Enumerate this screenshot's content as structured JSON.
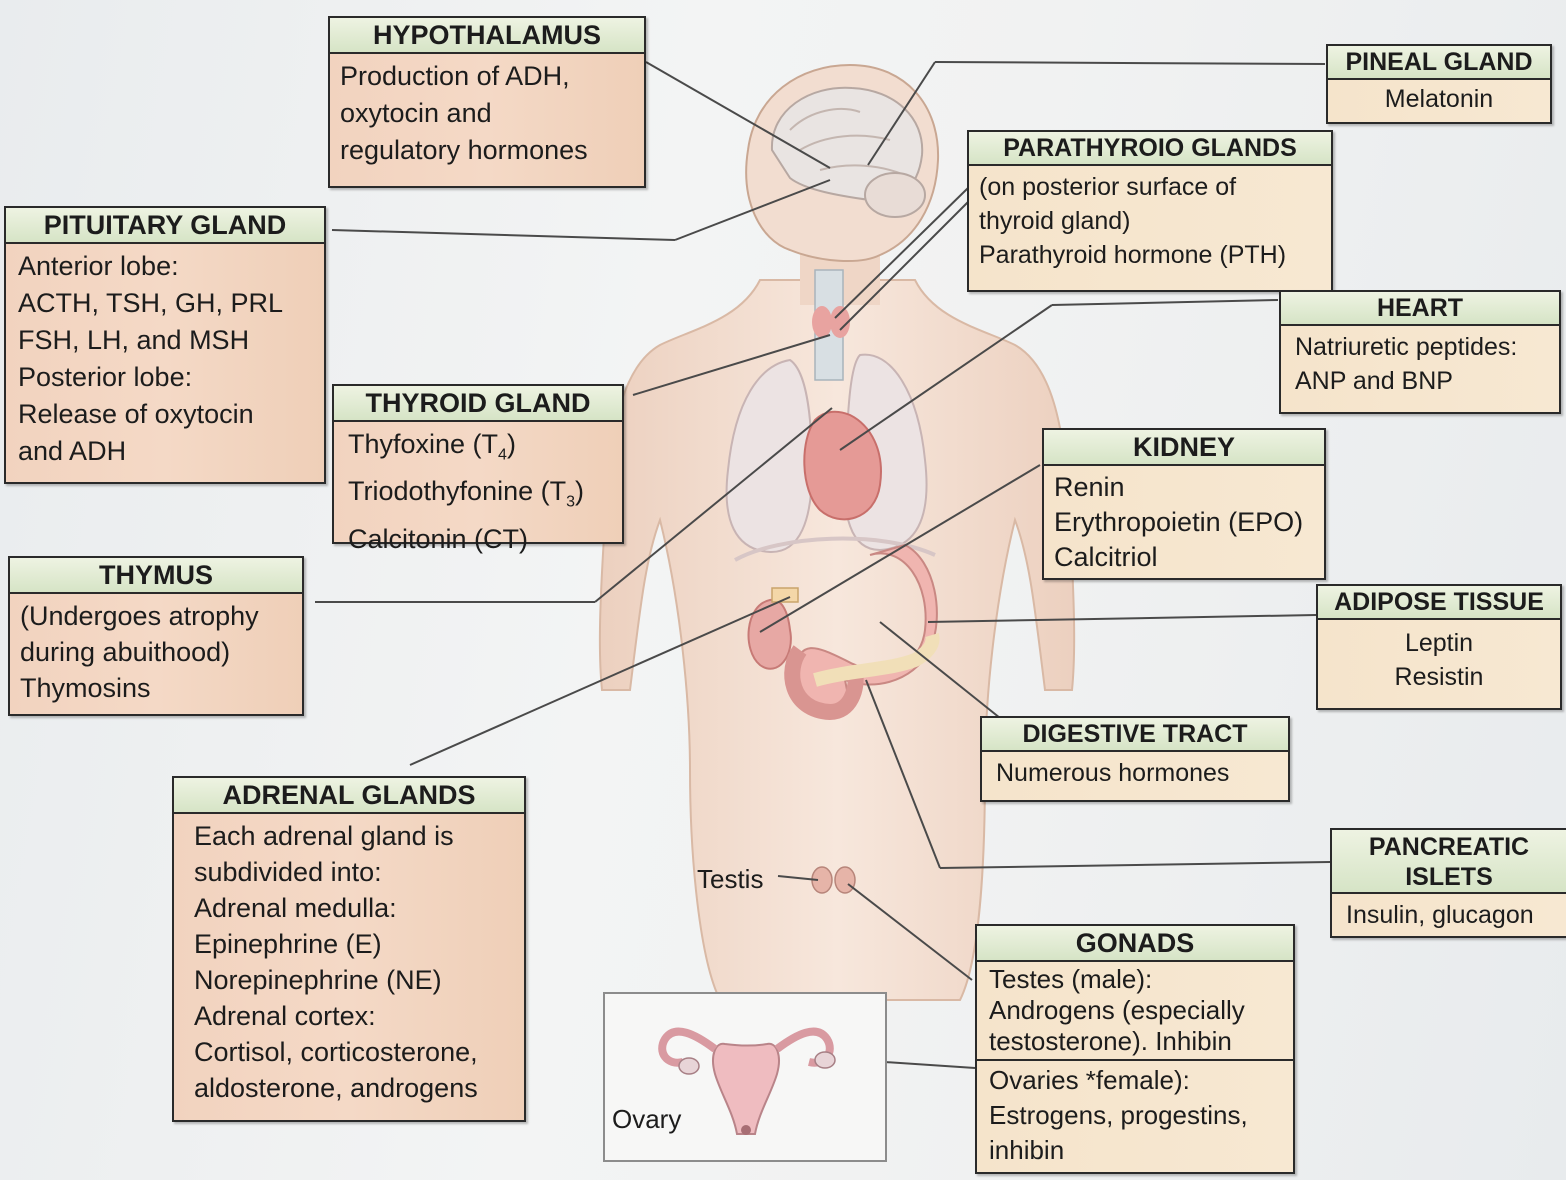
{
  "boxes": {
    "hypothalamus": {
      "title": "HYPOTHALAMUS",
      "lines": [
        "Production of ADH,",
        "oxytocin and",
        "regulatory hormones"
      ]
    },
    "pineal": {
      "title": "PINEAL GLAND",
      "lines": [
        "Melatonin"
      ]
    },
    "parathyroid": {
      "title": "PARATHYROIO GLANDS",
      "lines": [
        "(on posterior surface of",
        "thyroid gland)",
        "Parathyroid hormone (PTH)"
      ]
    },
    "pituitary": {
      "title": "PITUITARY GLAND",
      "lines": [
        "Anterior lobe:",
        "ACTH, TSH, GH, PRL",
        "FSH, LH, and MSH",
        "Posterior lobe:",
        "Release of oxytocin",
        "and ADH"
      ]
    },
    "thyroid": {
      "title": "THYROID GLAND",
      "line1_main": "Thyfoxine (T",
      "line1_sub": "4",
      "line1_end": ")",
      "line2_main": "Triodothyfonine (T",
      "line2_sub": "3",
      "line2_end": ")",
      "line3": "Calcitonin (CT)"
    },
    "heart": {
      "title": "HEART",
      "lines": [
        "Natriuretic peptides:",
        "ANP and BNP"
      ]
    },
    "kidney": {
      "title": "KIDNEY",
      "lines": [
        "Renin",
        "Erythropoietin (EPO)",
        "Calcitriol"
      ]
    },
    "thymus": {
      "title": "THYMUS",
      "lines": [
        "(Undergoes atrophy",
        "during abuithood)",
        "Thymosins"
      ]
    },
    "adipose": {
      "title": "ADIPOSE TISSUE",
      "lines": [
        "Leptin",
        "Resistin"
      ]
    },
    "digestive": {
      "title": "DIGESTIVE TRACT",
      "lines": [
        "Numerous hormones"
      ]
    },
    "adrenal": {
      "title": "ADRENAL GLANDS",
      "lines": [
        "Each adrenal gland is",
        "subdivided into:",
        "Adrenal medulla:",
        "Epinephrine (E)",
        "Norepinephrine (NE)",
        "Adrenal cortex:",
        "Cortisol, corticosterone,",
        "aldosterone, androgens"
      ]
    },
    "pancreatic": {
      "title_line1": "PANCREATIC",
      "title_line2": "ISLETS",
      "lines": [
        "Insulin, glucagon"
      ]
    },
    "gonads": {
      "title": "GONADS",
      "male_lines": [
        "Testes (male):",
        "Androgens (especially",
        "testosterone). Inhibin"
      ],
      "female_lines": [
        "Ovaries *female):",
        "Estrogens, progestins,",
        "inhibin"
      ]
    }
  },
  "labels": {
    "testis": "Testis",
    "ovary": "Ovary"
  },
  "colors": {
    "box_fill": "#f2d3bf",
    "header_fill": "#d6e4c6",
    "skin": "#f3dccd",
    "organ": "#e59a96"
  }
}
